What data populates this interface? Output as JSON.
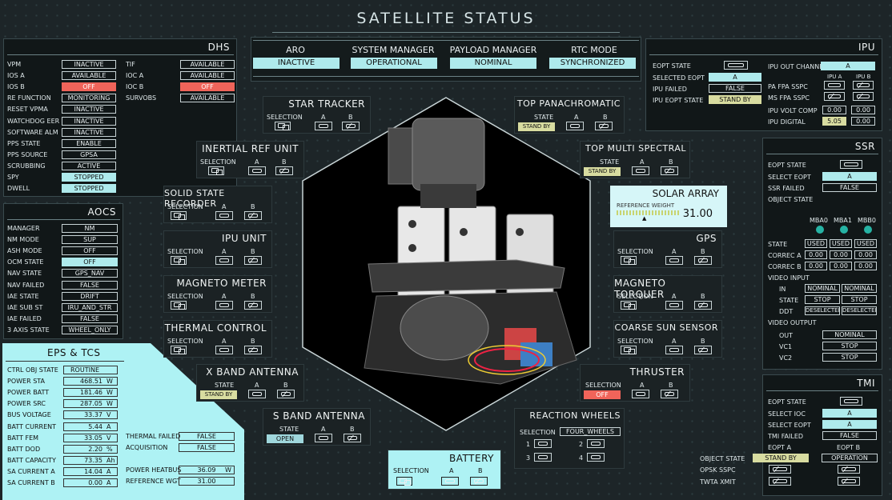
{
  "title": "SATELLITE STATUS",
  "top": {
    "items": [
      {
        "label": "ARO",
        "value": "INACTIVE"
      },
      {
        "label": "SYSTEM MANAGER",
        "value": "OPERATIONAL"
      },
      {
        "label": "PAYLOAD MANAGER",
        "value": "NOMINAL"
      },
      {
        "label": "RTC MODE",
        "value": "SYNCHRONIZED"
      }
    ]
  },
  "dhs": {
    "title": "DHS",
    "left": [
      [
        "VPM",
        "INACTIVE"
      ],
      [
        "IOS A",
        "AVAILABLE"
      ],
      [
        "IOS B",
        "OFF"
      ],
      [
        "RE FUNCTION",
        "MONITORING"
      ],
      [
        "RESET VPMA",
        "INACTIVE"
      ],
      [
        "WATCHDOG EER",
        "INACTIVE"
      ],
      [
        "SOFTWARE ALM",
        "INACTIVE"
      ],
      [
        "PPS STATE",
        "ENABLE"
      ],
      [
        "PPS SOURCE",
        "GPSA"
      ],
      [
        "SCRUBBING",
        "ACTIVE"
      ],
      [
        "SPY",
        "STOPPED"
      ],
      [
        "DWELL",
        "STOPPED"
      ]
    ],
    "right": [
      [
        "TIF",
        "AVAILABLE"
      ],
      [
        "IOC A",
        "AVAILABLE"
      ],
      [
        "IOC B",
        "OFF"
      ],
      [
        "SURVOBS",
        "AVAILABLE"
      ]
    ]
  },
  "aocs": {
    "title": "AOCS",
    "rows": [
      [
        "MANAGER",
        "NM"
      ],
      [
        "NM MODE",
        "SUP"
      ],
      [
        "ASH MODE",
        "OFF"
      ],
      [
        "OCM STATE",
        "OFF"
      ],
      [
        "NAV STATE",
        "GPS_NAV"
      ],
      [
        "NAV FAILED",
        "FALSE"
      ],
      [
        "IAE STATE",
        "DRIFT"
      ],
      [
        "IAE SUB ST",
        "IRU_AND_STR"
      ],
      [
        "IAE FAILED",
        "FALSE"
      ],
      [
        "3 AXIS STATE",
        "WHEEL_ONLY"
      ]
    ]
  },
  "eps": {
    "title": "EPS & TCS",
    "left": [
      [
        "CTRL OBJ STATE",
        "ROUTINE",
        ""
      ],
      [
        "POWER STA",
        "468.51",
        "W"
      ],
      [
        "POWER BATT",
        "181.46",
        "W"
      ],
      [
        "POWER SRC",
        "287.05",
        "W"
      ],
      [
        "BUS VOLTAGE",
        "33.37",
        "V"
      ],
      [
        "BATT CURRENT",
        "5.44",
        "A"
      ],
      [
        "BATT FEM",
        "33.05",
        "V"
      ],
      [
        "BATT DOD",
        "2.20",
        "%"
      ],
      [
        "BATT CAPACITY",
        "73.35",
        "Ah"
      ],
      [
        "SA CURRENT A",
        "14.04",
        "A"
      ],
      [
        "SA CURRENT B",
        "0.00",
        "A"
      ]
    ],
    "right": [
      [
        "THERMAL FAILED",
        "FALSE",
        ""
      ],
      [
        "ACQUISITION",
        "FALSE",
        ""
      ],
      [
        "POWER HEATBUS",
        "36.09",
        "W"
      ],
      [
        "REFERENCE WGT",
        "31.00",
        ""
      ]
    ]
  },
  "ipu": {
    "title": "IPU",
    "eopt_state": "EOPT STATE",
    "selected_eopt": "SELECTED EOPT",
    "selected_eopt_val": "A",
    "ipu_failed": "IPU FAILED",
    "ipu_failed_val": "FALSE",
    "ipu_eopt_state": "IPU EOPT STATE",
    "ipu_eopt_val": "STAND BY",
    "out_channel": "IPU OUT CHANNEL",
    "out_channel_val": "A",
    "ipu_a": "IPU A",
    "ipu_b": "IPU B",
    "pa_fpa": "PA FPA SSPC",
    "ms_fpa": "MS FPA SSPC",
    "volt_comp": "IPU VOLT COMP",
    "volt_a": "0.00",
    "volt_b": "0.00",
    "digital": "IPU DIGITAL",
    "dig_a": "5.05",
    "dig_b": "0.00"
  },
  "ssr": {
    "title": "SSR",
    "eopt_state": "EOPT STATE",
    "select_eopt": "SELECT EOPT",
    "select_eopt_val": "A",
    "ssr_failed": "SSR FAILED",
    "ssr_failed_val": "FALSE",
    "object_state": "OBJECT STATE",
    "mba": [
      "MBA0",
      "MBA1",
      "MBB0"
    ],
    "state": "STATE",
    "state_vals": [
      "USED",
      "USED",
      "USED"
    ],
    "correc_a": "CORREC A",
    "correc_b": "CORREC B",
    "zero": "0.00",
    "video_input": "VIDEO INPUT",
    "in": "IN",
    "in_vals": [
      "NOMINAL",
      "NOMINAL"
    ],
    "vstate": "STATE",
    "stop_vals": [
      "STOP",
      "STOP"
    ],
    "ddt": "DDT",
    "ddt_vals": [
      "DESELECTED",
      "DESELECTED"
    ],
    "video_output": "VIDEO OUTPUT",
    "out": "OUT",
    "out_val": "NOMINAL",
    "vc1": "VC1",
    "vc1_val": "STOP",
    "vc2": "VC2",
    "vc2_val": "STOP"
  },
  "tmi": {
    "title": "TMI",
    "eopt_state": "EOPT STATE",
    "select_ioc": "SELECT IOC",
    "select_ioc_val": "A",
    "select_eopt": "SELECT EOPT",
    "select_eopt_val": "A",
    "tmi_failed": "TMI FAILED",
    "tmi_failed_val": "FALSE",
    "eopt_a": "EOPT A",
    "eopt_b": "EOPT B",
    "object_state": "OBJECT STATE",
    "obj_a": "STAND BY",
    "obj_b": "OPERATION",
    "opsk": "OPSK SSPC",
    "twta": "TWTA XMIT"
  },
  "subsys": {
    "star_tracker": "STAR TRACKER",
    "inertial": "INERTIAL REF UNIT",
    "ssr": "SOLID STATE RECORDER",
    "ipu_unit": "IPU UNIT",
    "magneto_meter": "MAGNETO METER",
    "thermal": "THERMAL CONTROL",
    "xband": "X BAND ANTENNA",
    "sband": "S BAND ANTENNA",
    "top_pan": "TOP PANACHROMATIC",
    "top_ms": "TOP MULTI SPECTRAL",
    "gps": "GPS",
    "magneto_torquer": "MAGNETO TORQUER",
    "coarse": "COARSE SUN SENSOR",
    "thruster": "THRUSTER",
    "reaction": "REACTION WHEELS",
    "battery": "BATTERY",
    "selection": "SELECTION",
    "state": "STATE",
    "a": "A",
    "b": "B",
    "standby": "STAND BY",
    "off": "OFF",
    "open": "OPEN",
    "four": "FOUR_WHEELS",
    "rw1": "1",
    "rw2": "2",
    "rw3": "3",
    "rw4": "4"
  },
  "solar": {
    "title": "SOLAR ARRAY",
    "ref": "REFERENCE WEIGHT",
    "value": "31.00"
  }
}
